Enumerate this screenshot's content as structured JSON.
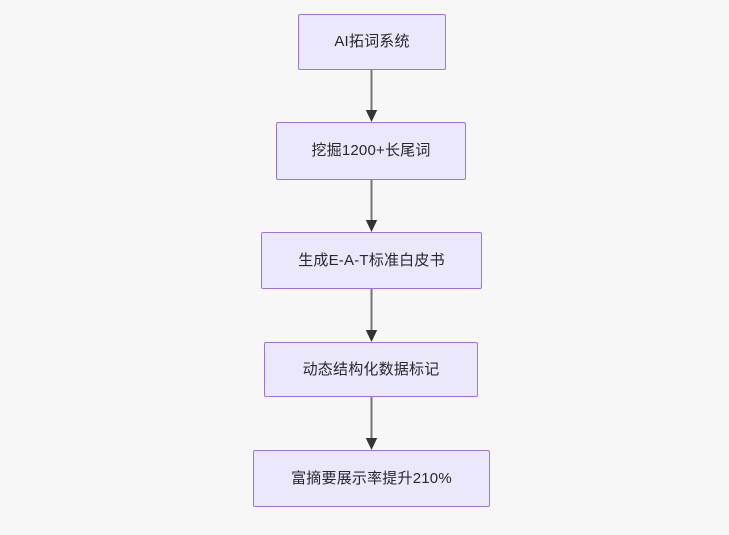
{
  "diagram": {
    "type": "flowchart",
    "direction": "top-to-bottom",
    "background_color": "#f7f7f8",
    "node_fill_color": "#ece8fc",
    "node_border_color": "#9a77d6",
    "node_text_color": "#27272f",
    "edge_color": "#757575",
    "nodes": [
      {
        "id": "n1",
        "label": "AI拓词系统"
      },
      {
        "id": "n2",
        "label": "挖掘1200+长尾词"
      },
      {
        "id": "n3",
        "label": "生成E-A-T标准白皮书"
      },
      {
        "id": "n4",
        "label": "动态结构化数据标记"
      },
      {
        "id": "n5",
        "label": "富摘要展示率提升210%"
      }
    ],
    "edges": [
      {
        "id": "e1",
        "from": "n1",
        "to": "n2",
        "arrow": "arrow-down-icon"
      },
      {
        "id": "e2",
        "from": "n2",
        "to": "n3",
        "arrow": "arrow-down-icon"
      },
      {
        "id": "e3",
        "from": "n3",
        "to": "n4",
        "arrow": "arrow-down-icon"
      },
      {
        "id": "e4",
        "from": "n4",
        "to": "n5",
        "arrow": "arrow-down-icon"
      }
    ]
  }
}
